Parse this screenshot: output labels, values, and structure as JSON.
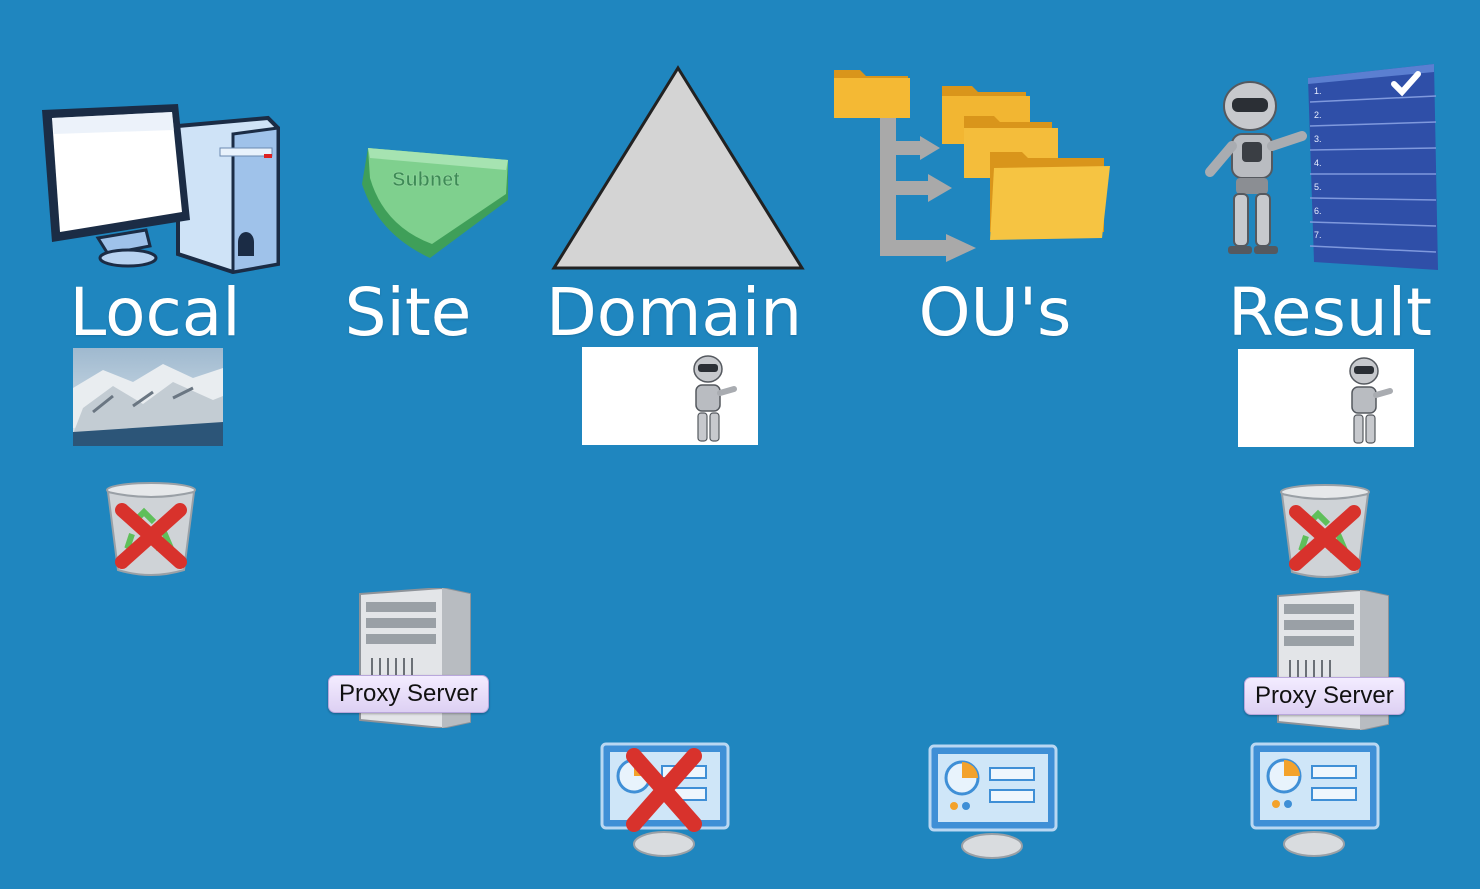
{
  "columns": {
    "local": {
      "heading": "Local",
      "icon": "computer-icon"
    },
    "site": {
      "heading": "Site",
      "icon": "subnet-wedge-icon",
      "subnet_label": "Subnet"
    },
    "domain": {
      "heading": "Domain",
      "icon": "triangle-icon"
    },
    "ous": {
      "heading": "OU's",
      "icon": "folder-tree-icon"
    },
    "result": {
      "heading": "Result",
      "icon": "robot-checklist-icon",
      "checklist": [
        "1.",
        "2.",
        "3.",
        "4.",
        "5.",
        "6.",
        "7."
      ]
    }
  },
  "proxy": {
    "site_label": "Proxy Server",
    "result_label": "Proxy Server"
  },
  "colors": {
    "background": "#1f86bf",
    "heading_text": "#ffffff",
    "red_x": "#d8322c",
    "folder": "#f2b632",
    "subnet": "#6fc27e"
  }
}
